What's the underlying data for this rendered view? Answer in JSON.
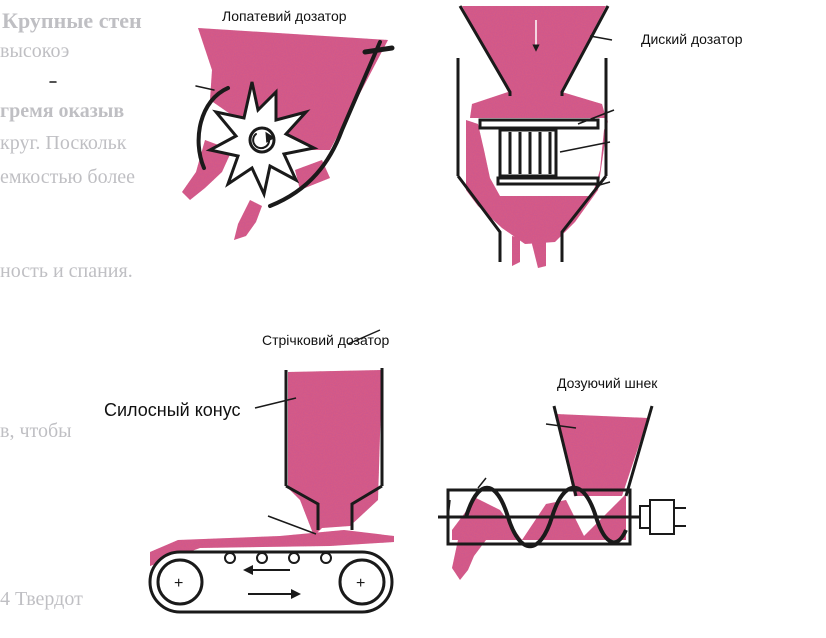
{
  "labels": {
    "paddle": "Лопатевий дозатор",
    "disc": "Диский дозатор",
    "belt": "Стрічковий дозатор",
    "cone": "Силосный конус",
    "screw": "Дозуючий шнек"
  },
  "background_text": [
    "Крупные стен",
    "высокоэ",
    "гремя оказыв",
    "круг. Поскольк",
    "емкостью более",
    "ность и спания.",
    "в, чтобы",
    "4 Твердот"
  ],
  "colors": {
    "material": "#d65a86",
    "material_dark": "#b23a66",
    "outline": "#1a1a1a",
    "background_text": "#8c8c93"
  }
}
